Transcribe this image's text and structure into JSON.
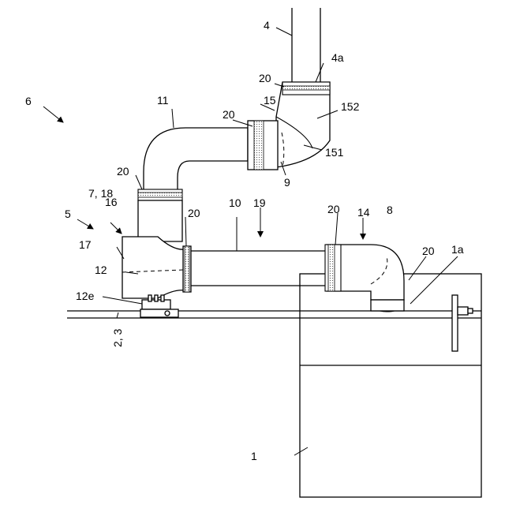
{
  "figure": {
    "labels": {
      "l1": "1",
      "l1a": "1a",
      "l23": "2, 3",
      "l4": "4",
      "l4a": "4a",
      "l5": "5",
      "l6": "6",
      "l718": "7, 18",
      "l8": "8",
      "l9": "9",
      "l10": "10",
      "l11": "11",
      "l12": "12",
      "l12e": "12e",
      "l14": "14",
      "l15": "15",
      "l151": "151",
      "l152": "152",
      "l16": "16",
      "l17": "17",
      "l19": "19",
      "l20a": "20",
      "l20b": "20",
      "l20c": "20",
      "l20d": "20",
      "l20e": "20",
      "l20f": "20"
    }
  }
}
